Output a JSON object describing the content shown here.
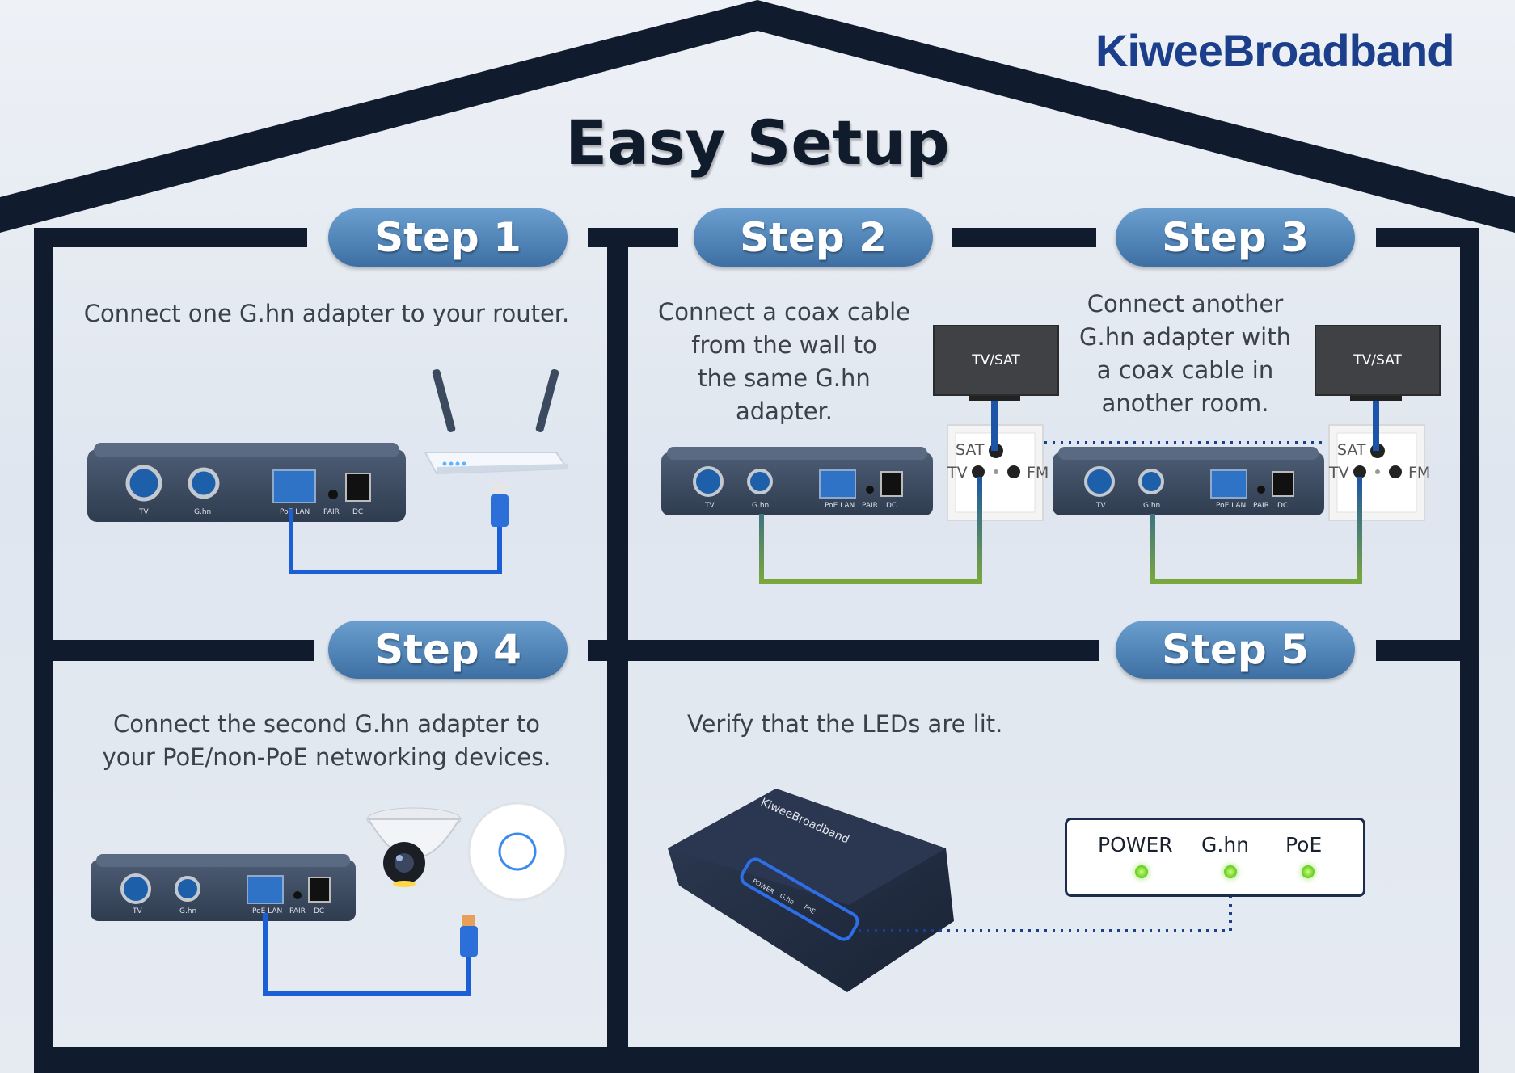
{
  "brand": {
    "logo_text": "KiweeBroadband"
  },
  "page_title": "Easy Setup",
  "steps": [
    {
      "label": "Step 1",
      "description": "Connect one G.hn adapter to your router."
    },
    {
      "label": "Step 2",
      "description": "Connect a coax cable from the wall to the same G.hn adapter."
    },
    {
      "label": "Step 3",
      "description": "Connect another G.hn adapter with a coax cable in another room."
    },
    {
      "label": "Step 4",
      "description": "Connect the second G.hn adapter to your PoE/non-PoE networking devices."
    },
    {
      "label": "Step 5",
      "description": "Verify that the LEDs are lit."
    }
  ],
  "step2_lines": [
    "Connect a coax cable",
    "from the wall to",
    "the same G.hn",
    "adapter."
  ],
  "step3_lines": [
    "Connect another",
    "G.hn adapter with",
    "a coax cable in",
    "another room."
  ],
  "step4_lines": [
    "Connect the second G.hn adapter to",
    "your PoE/non-PoE networking devices."
  ],
  "tv": {
    "label": "TV/SAT"
  },
  "wall_socket": {
    "sat": "SAT",
    "tv": "TV",
    "fm": "FM"
  },
  "adapter_ports": {
    "tv": "TV",
    "ghn": "G.hn",
    "poe_lan": "PoE LAN",
    "pair": "PAIR",
    "dc": "DC"
  },
  "device_brand_print": "KiweeBroadband",
  "device_leds": [
    "POWER",
    "G.hn",
    "PoE"
  ],
  "led_panel": {
    "items": [
      {
        "label": "POWER",
        "color": "#76d62f"
      },
      {
        "label": "G.hn",
        "color": "#76d62f"
      },
      {
        "label": "PoE",
        "color": "#76d62f"
      }
    ]
  },
  "colors": {
    "house_frame": "#111b2e",
    "pill_blue": "#4f83b8",
    "ethernet_cable": "#1a5fd6",
    "coax_cable_start": "#1c55a8",
    "coax_cable_end": "#7aa83c",
    "led_green": "#76d62f"
  },
  "icons": [
    "router-icon",
    "security-camera-icon",
    "access-point-icon",
    "rj45-connector-icon",
    "tv-icon",
    "wall-socket-icon",
    "adapter-device-icon"
  ]
}
